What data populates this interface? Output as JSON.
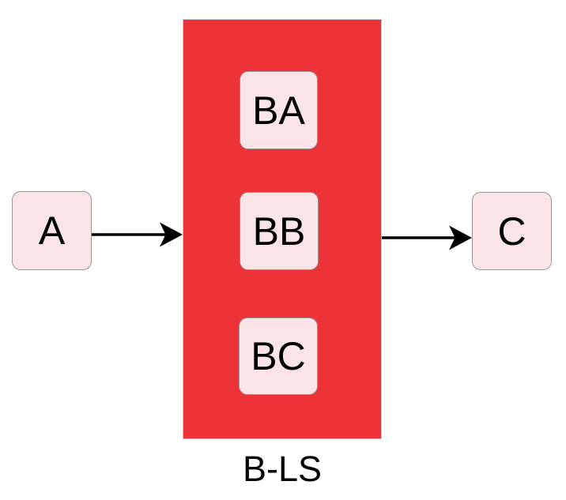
{
  "diagram": {
    "group": {
      "label": "B-LS"
    },
    "nodes": {
      "a": {
        "label": "A"
      },
      "ba": {
        "label": "BA"
      },
      "bb": {
        "label": "BB"
      },
      "bc": {
        "label": "BC"
      },
      "c": {
        "label": "C"
      }
    },
    "arrows": [
      {
        "name": "a-to-b-ls",
        "from": "a",
        "to": "b-ls-group"
      },
      {
        "name": "b-ls-to-c",
        "from": "b-ls-group",
        "to": "c"
      }
    ],
    "colors": {
      "group_fill": "#EE3338",
      "group_border": "#C9C9CB",
      "node_fill": "#FBE4E6",
      "node_border": "#969696",
      "arrow": "#000000",
      "label_text": "#000000"
    }
  }
}
